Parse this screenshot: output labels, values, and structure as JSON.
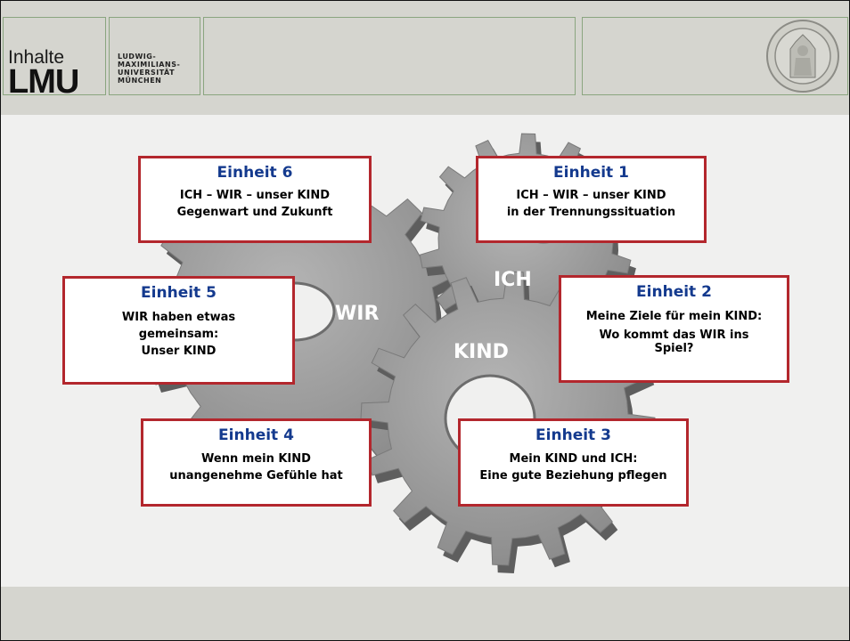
{
  "header": {
    "inhalte": "Inhalte",
    "lmu": "LMU",
    "university_lines": [
      "LUDWIG-",
      "MAXIMILIANS-",
      "UNIVERSITÄT",
      "MÜNCHEN"
    ]
  },
  "gears": {
    "ich": "ICH",
    "wir": "WIR",
    "kind": "KIND",
    "color": "#9e9e9e"
  },
  "cards": [
    {
      "title": "Einheit 6",
      "lines": [
        "ICH – WIR – unser KIND",
        "Gegenwart und Zukunft"
      ]
    },
    {
      "title": "Einheit 1",
      "lines": [
        "ICH – WIR – unser KIND",
        "in der Trennungssituation"
      ]
    },
    {
      "title": "Einheit 5",
      "lines": [
        "WIR haben etwas",
        "gemeinsam:",
        "Unser KIND"
      ]
    },
    {
      "title": "Einheit 2",
      "lines": [
        "Meine Ziele für mein KIND:",
        "Wo kommt das WIR ins",
        "Spiel?"
      ]
    },
    {
      "title": "Einheit 4",
      "lines": [
        "Wenn mein KIND",
        "unangenehme Gefühle hat"
      ]
    },
    {
      "title": "Einheit 3",
      "lines": [
        "Mein KIND und ICH:",
        "Eine gute Beziehung pflegen"
      ]
    }
  ],
  "colors": {
    "accent": "#b3272d",
    "title_blue": "#143a8e",
    "header_bg": "#d5d5cf"
  }
}
